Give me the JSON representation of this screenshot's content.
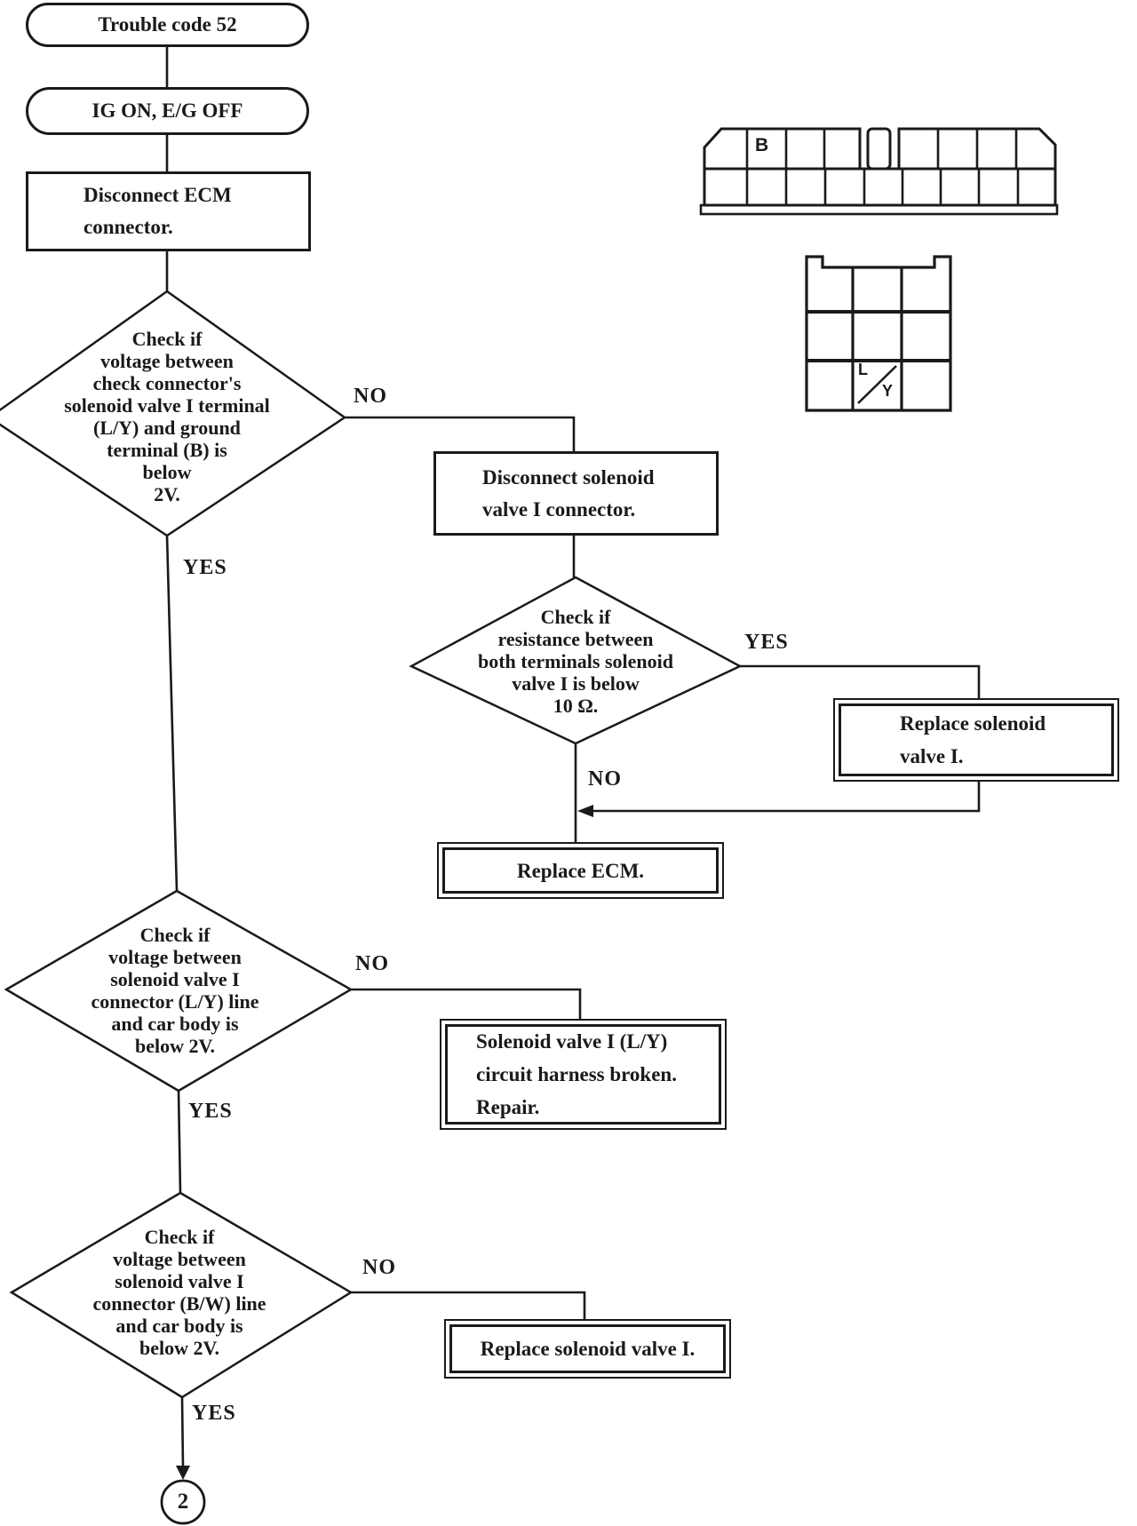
{
  "colors": {
    "ink": "#1a1a1a",
    "paper": "#ffffff"
  },
  "flow": {
    "start": {
      "text": "Trouble code 52"
    },
    "precondition": {
      "text": "IG ON, E/G OFF"
    },
    "disconnect_ecm": {
      "text": "Disconnect ECM\nconnector."
    },
    "decision_check_connector_voltage": {
      "text": "Check if\nvoltage between\ncheck connector's\nsolenoid valve I terminal\n(L/Y) and ground\nterminal (B) is\nbelow\n2V."
    },
    "disconnect_solenoid_valve": {
      "text": "Disconnect solenoid\nvalve I connector."
    },
    "decision_resistance": {
      "text": "Check if\nresistance between\nboth terminals solenoid\nvalve I is below\n10 Ω."
    },
    "replace_solenoid_valve_right": {
      "text": "Replace solenoid\nvalve I."
    },
    "replace_ecm": {
      "text": "Replace ECM."
    },
    "decision_ly_voltage": {
      "text": "Check if\nvoltage between\nsolenoid valve I\nconnector (L/Y) line\nand car body is\nbelow 2V."
    },
    "harness_broken": {
      "text": "Solenoid valve I (L/Y)\ncircuit harness broken.\nRepair."
    },
    "decision_bw_voltage": {
      "text": "Check if\nvoltage between\nsolenoid valve I\nconnector (B/W) line\nand car body is\nbelow 2V."
    },
    "replace_solenoid_valve_bottom": {
      "text": "Replace solenoid valve I."
    },
    "off_page_connector": {
      "text": "2"
    },
    "branches": {
      "d1_no": "NO",
      "d1_yes": "YES",
      "d2_yes": "YES",
      "d2_no": "NO",
      "d3_no": "NO",
      "d3_yes": "YES",
      "d4_no": "NO",
      "d4_yes": "YES"
    }
  },
  "connector_diagrams": {
    "ecm_connector": {
      "ground_pin": "B"
    },
    "solenoid_connector": {
      "pin_line1": "L",
      "pin_line2": "Y"
    }
  }
}
